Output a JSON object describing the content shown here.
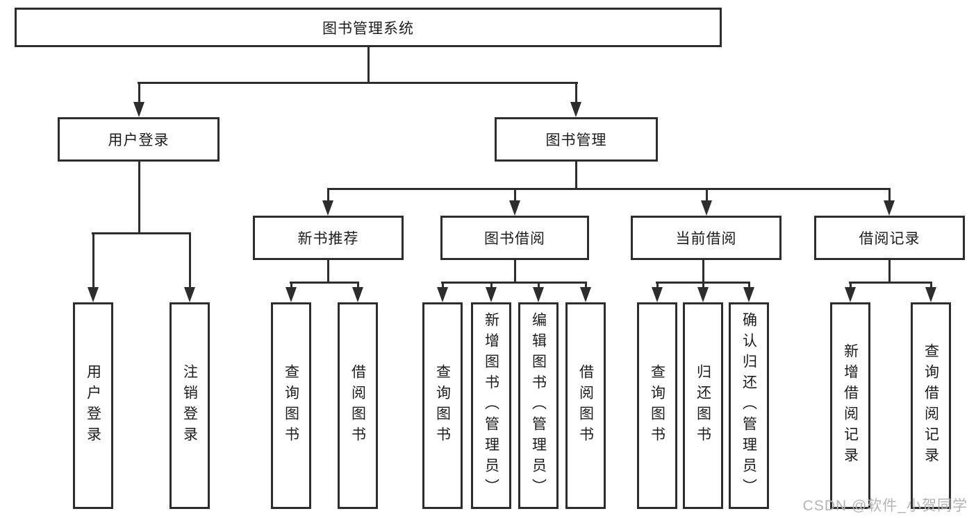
{
  "diagram": {
    "root": {
      "label": "图书管理系统",
      "children": [
        {
          "label": "用户登录",
          "children": [
            {
              "label": "用户登录"
            },
            {
              "label": "注销登录"
            }
          ]
        },
        {
          "label": "图书管理",
          "children": [
            {
              "label": "新书推荐",
              "children": [
                {
                  "label": "查询图书"
                },
                {
                  "label": "借阅图书"
                }
              ]
            },
            {
              "label": "图书借阅",
              "children": [
                {
                  "label": "查询图书"
                },
                {
                  "label": "新增图书（管理员）"
                },
                {
                  "label": "编辑图书（管理员）"
                },
                {
                  "label": "借阅图书"
                }
              ]
            },
            {
              "label": "当前借阅",
              "children": [
                {
                  "label": "查询图书"
                },
                {
                  "label": "归还图书"
                },
                {
                  "label": "确认归还（管理员）"
                }
              ]
            },
            {
              "label": "借阅记录",
              "children": [
                {
                  "label": "新增借阅记录"
                },
                {
                  "label": "查询借阅记录"
                }
              ]
            }
          ]
        }
      ]
    },
    "watermark": "CSDN @软件_小贺同学",
    "colors": {
      "line": "#2d2d2d",
      "text": "#1c1c1c",
      "watermark": "#b3b3b3",
      "background": "#ffffff"
    }
  }
}
